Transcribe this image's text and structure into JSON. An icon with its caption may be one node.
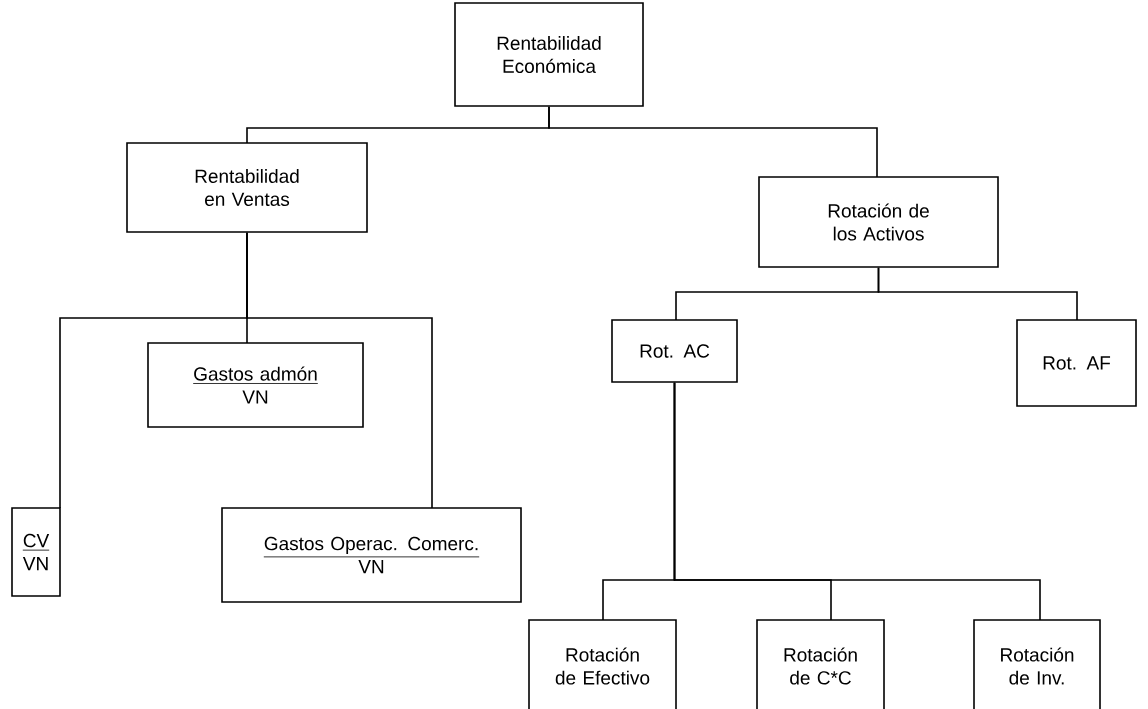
{
  "diagram": {
    "nodes": [
      {
        "text": [
          "Rentabilidad Económica"
        ]
      },
      {
        "text": [
          "Rentabilidad en Ventas"
        ]
      },
      {
        "text": [
          "Rotación de los Activos"
        ]
      },
      {
        "text": [
          "CV",
          "VN"
        ]
      },
      {
        "text": [
          "Gastos admón",
          "VN"
        ]
      },
      {
        "text": [
          "Gastos Operac. Comerc.",
          "VN"
        ]
      },
      {
        "text": [
          "Rot. AC"
        ]
      },
      {
        "text": [
          "Rot. AF"
        ]
      },
      {
        "text": [
          "Rotación de Efectivo"
        ]
      },
      {
        "text": [
          "Rotación de C*C"
        ]
      },
      {
        "text": [
          "Rotación de Inv."
        ]
      }
    ],
    "edges": [
      {
        "from": 0,
        "to": 1,
        "arrow": "none"
      },
      {
        "from": 0,
        "to": 2,
        "arrow": "none"
      },
      {
        "from": 1,
        "to": 3,
        "arrow": "none"
      },
      {
        "from": 1,
        "to": 4,
        "arrow": "none"
      },
      {
        "from": 1,
        "to": 5,
        "arrow": "none"
      },
      {
        "from": 2,
        "to": 6,
        "arrow": "none"
      },
      {
        "from": 2,
        "to": 7,
        "arrow": "none"
      },
      {
        "from": 6,
        "to": 8,
        "arrow": "none"
      },
      {
        "from": 6,
        "to": 9,
        "arrow": "none"
      },
      {
        "from": 6,
        "to": 10,
        "arrow": "none"
      }
    ]
  }
}
